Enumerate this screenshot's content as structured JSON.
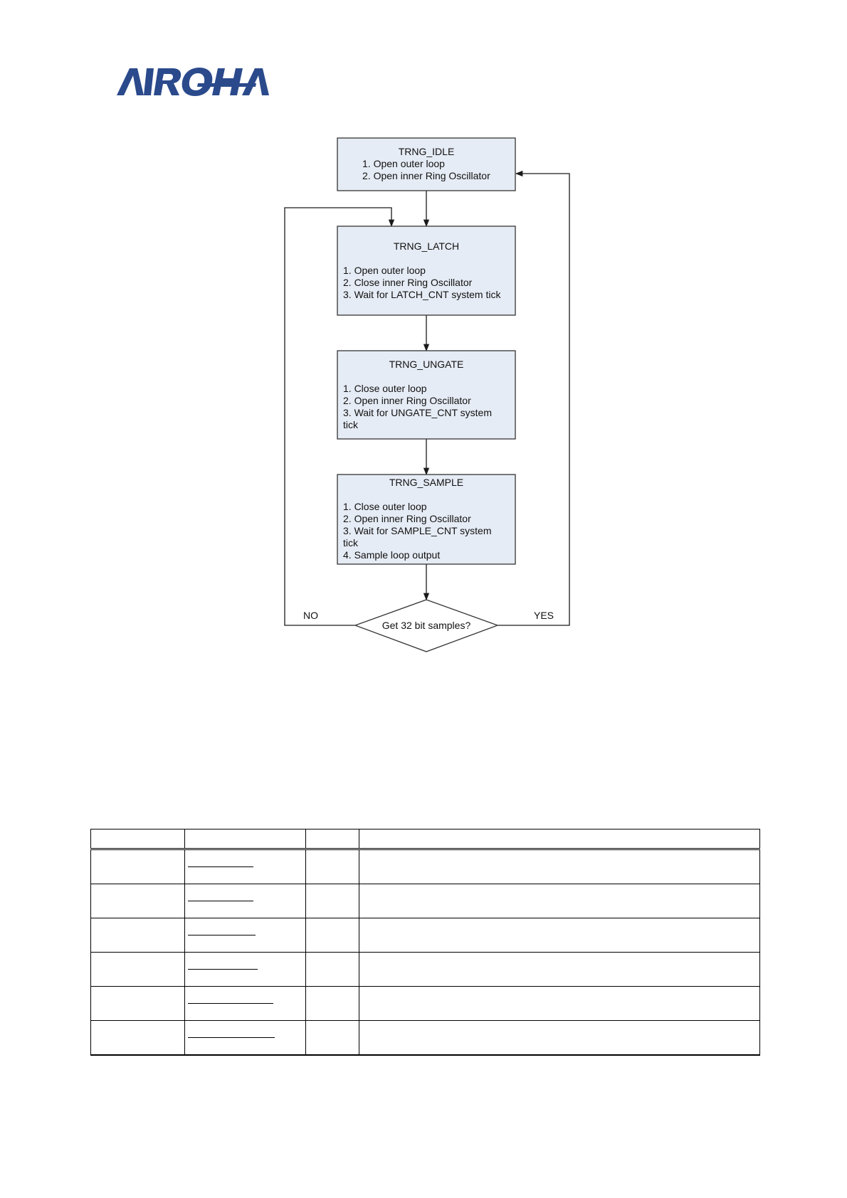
{
  "brand": {
    "name": "AIROHA",
    "color": "#2b4a8c"
  },
  "flowchart": {
    "box_fill": "#e6ecf5",
    "states": [
      {
        "title": "TRNG_IDLE",
        "lines": [
          "1. Open outer loop",
          "2. Open inner Ring Oscillator"
        ]
      },
      {
        "title": "TRNG_LATCH",
        "lines": [
          "1. Open outer loop",
          "2. Close inner Ring Oscillator",
          "3. Wait for LATCH_CNT system tick"
        ]
      },
      {
        "title": "TRNG_UNGATE",
        "lines": [
          "1. Close outer loop",
          "2. Open inner Ring Oscillator",
          "3. Wait for UNGATE_CNT system",
          "tick"
        ]
      },
      {
        "title": "TRNG_SAMPLE",
        "lines": [
          "1. Close outer loop",
          "2. Open inner Ring Oscillator",
          "3. Wait for SAMPLE_CNT system",
          "tick",
          "4. Sample loop output"
        ]
      }
    ],
    "decision": {
      "text": "Get 32 bit samples?",
      "no_label": "NO",
      "yes_label": "YES"
    }
  },
  "table": {
    "columns": [
      "",
      "",
      "",
      ""
    ],
    "rows": [
      [
        "",
        "",
        "",
        ""
      ],
      [
        "",
        "",
        "",
        ""
      ],
      [
        "",
        "",
        "",
        ""
      ],
      [
        "",
        "",
        "",
        ""
      ],
      [
        "",
        "",
        "",
        ""
      ],
      [
        "",
        "",
        "",
        ""
      ]
    ]
  }
}
